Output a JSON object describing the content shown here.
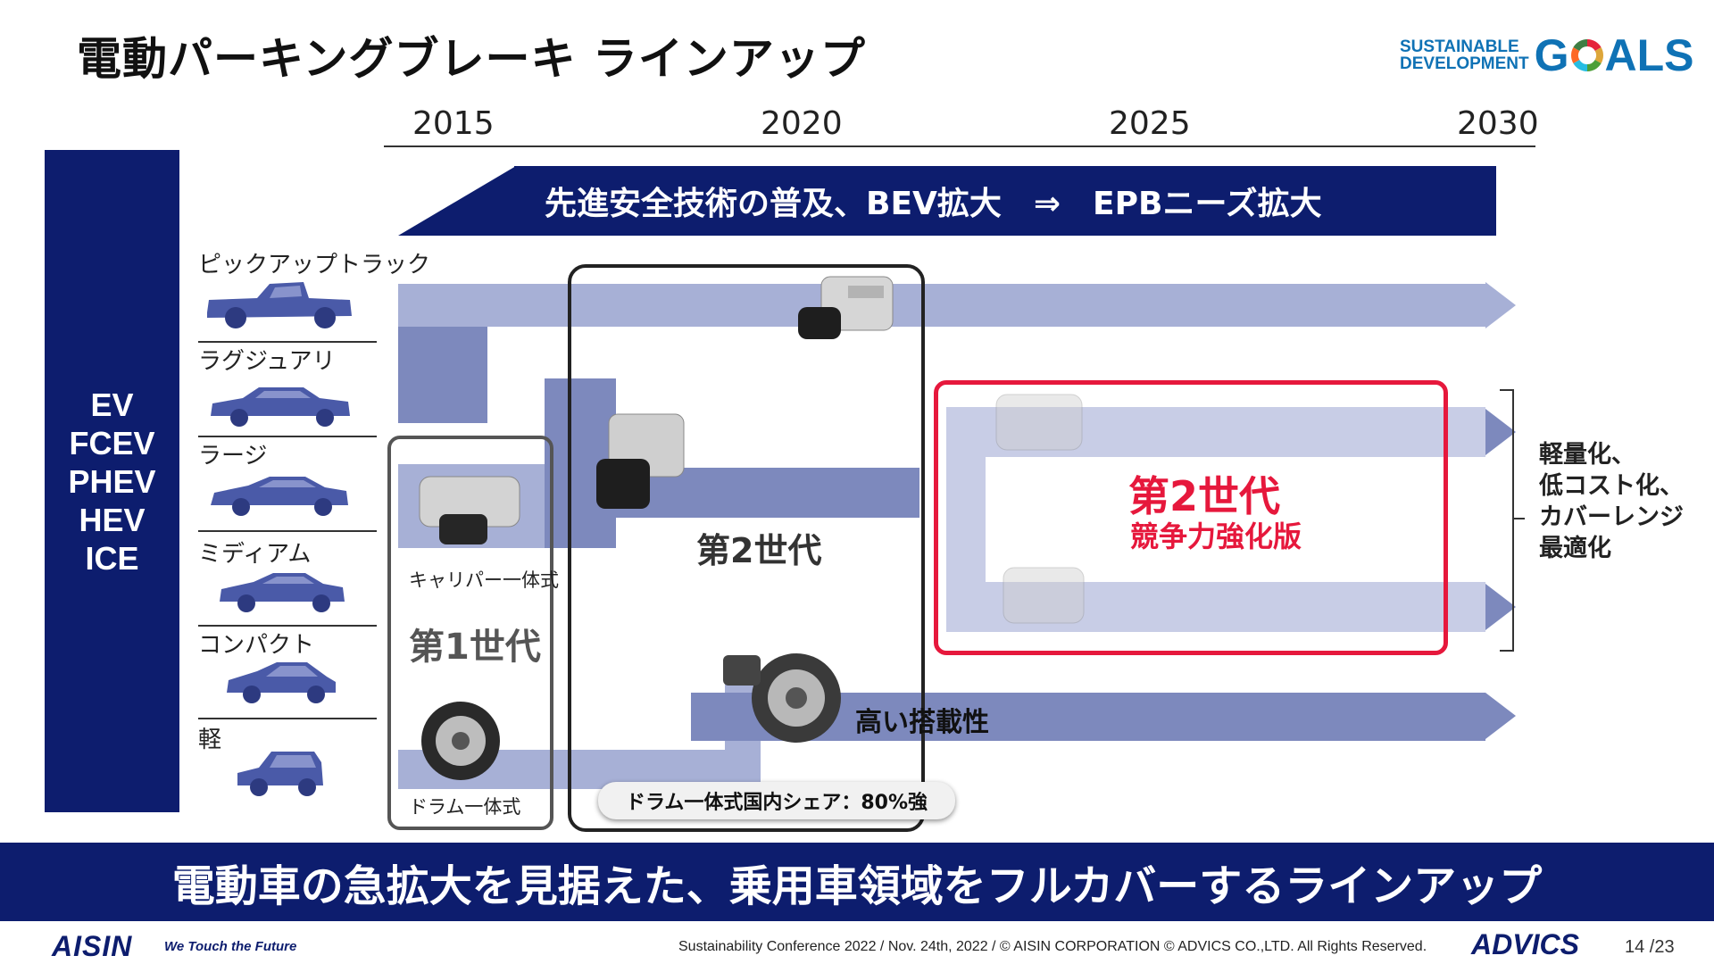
{
  "header": {
    "title": "電動パーキングブレーキ ラインアップ",
    "sdg_line1": "SUSTAINABLE",
    "sdg_line2": "DEVELOPMENT",
    "sdg_goals_g": "G",
    "sdg_goals_rest": "ALS"
  },
  "timeline": {
    "years": [
      "2015",
      "2020",
      "2025",
      "2030"
    ],
    "banner": "先進安全技術の普及、BEV拡大　⇒　EPBニーズ拡大"
  },
  "powertrains": [
    "EV",
    "FCEV",
    "PHEV",
    "HEV",
    "ICE"
  ],
  "categories": [
    "ピックアップトラック",
    "ラグジュアリ",
    "ラージ",
    "ミディアム",
    "コンパクト",
    "軽"
  ],
  "generations": {
    "gen1_label": "第1世代",
    "gen1_caliper": "キャリパー一体式",
    "gen1_drum": "ドラム一体式",
    "gen2_label": "第2世代",
    "gen2_mount": "高い搭載性",
    "gen2_share": "ドラム一体式国内シェア：80%強",
    "gen2b_label": "第2世代",
    "gen2b_sub": "競争力強化版"
  },
  "benefits": [
    "軽量化、",
    "低コスト化、",
    "カバーレンジ",
    "最適化"
  ],
  "bottom_banner": "電動車の急拡大を見据えた、乗用車領域をフルカバーするラインアップ",
  "footer": {
    "logo": "AISIN",
    "tagline": "We Touch the Future",
    "copyright": "Sustainability Conference 2022 / Nov. 24th, 2022 / © AISIN CORPORATION © ADVICS CO.,LTD. All Rights Reserved.",
    "advics": "ADVICS",
    "page": "14 /23"
  },
  "colors": {
    "navy": "#0d1d6e",
    "flow": "#7d89bd",
    "flow_light": "#a7b0d6",
    "accent_red": "#e6183c",
    "sdg_blue": "#0f72b5"
  }
}
